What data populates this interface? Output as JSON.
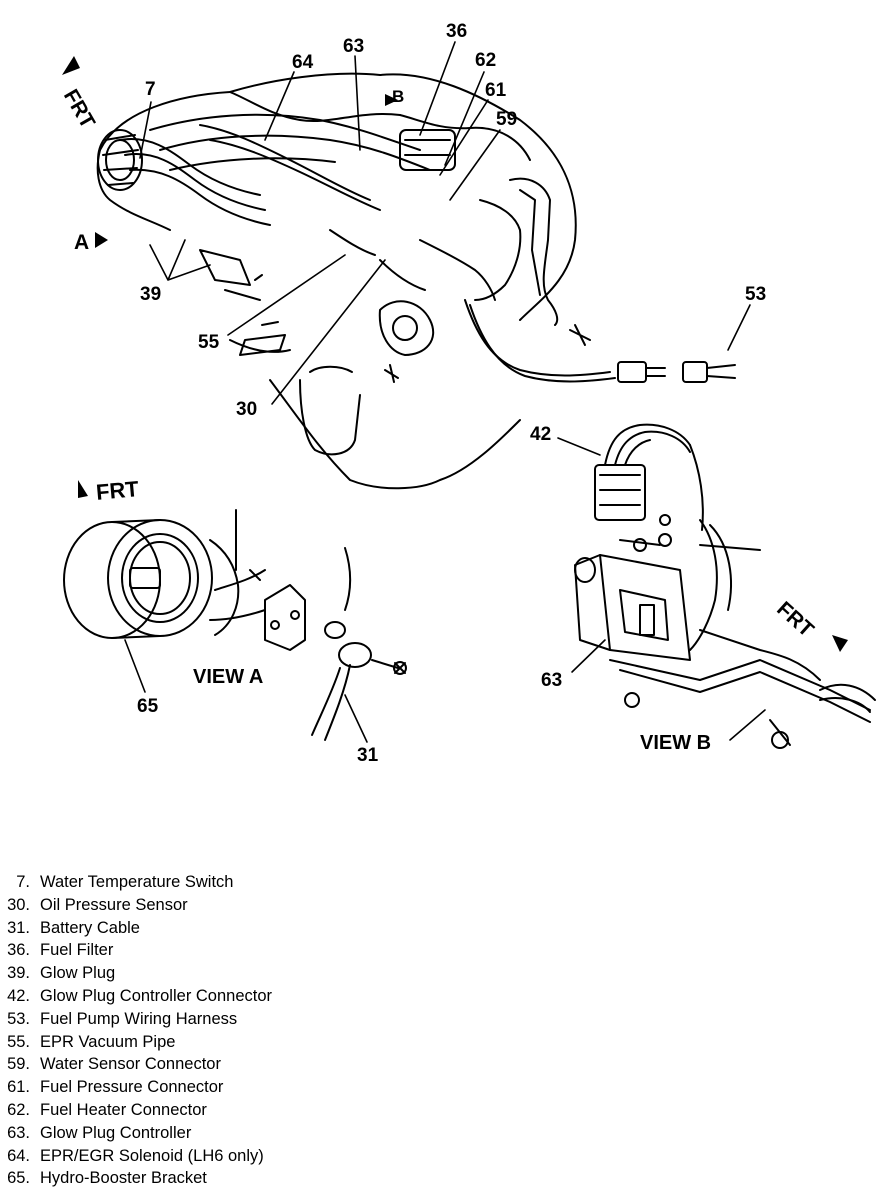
{
  "callouts": {
    "c7": "7",
    "c63a": "63",
    "c36": "36",
    "c64": "64",
    "c62": "62",
    "c61": "61",
    "c59": "59",
    "c39": "39",
    "c53": "53",
    "c55": "55",
    "c30": "30",
    "c42": "42",
    "c65": "65",
    "c63b": "63",
    "c31": "31"
  },
  "markers": {
    "frt_top": "FRT",
    "frt_view_a": "FRT",
    "frt_view_b": "FRT",
    "a_marker": "A",
    "b_marker": "B"
  },
  "views": {
    "view_a": "VIEW A",
    "view_b": "VIEW B"
  },
  "legend": [
    {
      "num": "7.",
      "text": "Water Temperature Switch"
    },
    {
      "num": "30.",
      "text": "Oil Pressure Sensor"
    },
    {
      "num": "31.",
      "text": "Battery Cable"
    },
    {
      "num": "36.",
      "text": "Fuel Filter"
    },
    {
      "num": "39.",
      "text": "Glow Plug"
    },
    {
      "num": "42.",
      "text": "Glow Plug Controller Connector"
    },
    {
      "num": "53.",
      "text": "Fuel Pump Wiring Harness"
    },
    {
      "num": "55.",
      "text": "EPR Vacuum Pipe"
    },
    {
      "num": "59.",
      "text": "Water Sensor Connector"
    },
    {
      "num": "61.",
      "text": "Fuel Pressure Connector"
    },
    {
      "num": "62.",
      "text": "Fuel Heater Connector"
    },
    {
      "num": "63.",
      "text": "Glow Plug Controller"
    },
    {
      "num": "64.",
      "text": "EPR/EGR Solenoid (LH6 only)"
    },
    {
      "num": "65.",
      "text": "Hydro-Booster Bracket"
    }
  ]
}
